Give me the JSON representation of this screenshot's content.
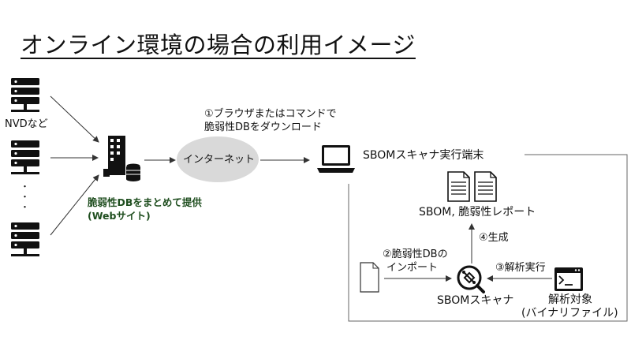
{
  "title": "オンライン環境の場合の利用イメージ",
  "sources": {
    "label": "NVDなど",
    "dots": "・\n・\n・"
  },
  "aggregator": {
    "line1": "脆弱性DBをまとめて提供",
    "line2": "(Webサイト)"
  },
  "internet": {
    "label": "インターネット",
    "step_line1": "①ブラウザまたはコマンドで",
    "step_line2": "脆弱性DBをダウンロード"
  },
  "terminal": {
    "label": "SBOMスキャナ実行端末"
  },
  "reports": {
    "label": "SBOM, 脆弱性レポート"
  },
  "steps": {
    "generate": "④生成",
    "import_line1": "②脆弱性DBの",
    "import_line2": "インポート",
    "analyze": "③解析実行"
  },
  "scanner": {
    "label": "SBOMスキャナ"
  },
  "target": {
    "line1": "解析対象",
    "line2": "(バイナリファイル)"
  }
}
